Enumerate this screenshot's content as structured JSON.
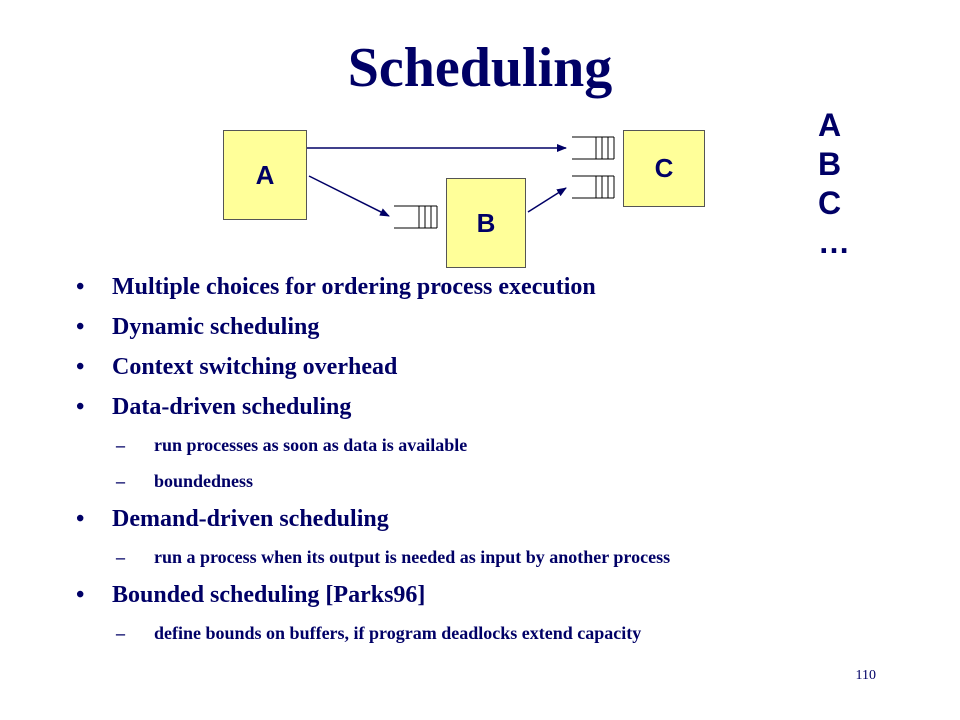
{
  "slide": {
    "title": "Scheduling",
    "page_number": "110"
  },
  "diagram": {
    "nodes": [
      {
        "id": "A",
        "label": "A"
      },
      {
        "id": "B",
        "label": "B"
      },
      {
        "id": "C",
        "label": "C"
      }
    ],
    "edges": [
      {
        "from": "A",
        "to": "C"
      },
      {
        "from": "A",
        "to": "B"
      },
      {
        "from": "B",
        "to": "C"
      }
    ],
    "fill_color": "#ffff99",
    "text_color": "#000066"
  },
  "schedule_trace": [
    "A",
    "B",
    "C",
    "…"
  ],
  "bullets": [
    {
      "text": "Multiple choices for ordering process execution",
      "sub": []
    },
    {
      "text": "Dynamic scheduling",
      "sub": []
    },
    {
      "text": "Context switching overhead",
      "sub": []
    },
    {
      "text": "Data-driven scheduling",
      "sub": [
        "run processes as soon as data is available",
        "boundedness"
      ]
    },
    {
      "text": "Demand-driven scheduling",
      "sub": [
        "run a process when its output is needed as input by another process"
      ]
    },
    {
      "text": "Bounded scheduling [Parks96]",
      "sub": [
        "define bounds on buffers, if program deadlocks extend capacity"
      ]
    }
  ]
}
